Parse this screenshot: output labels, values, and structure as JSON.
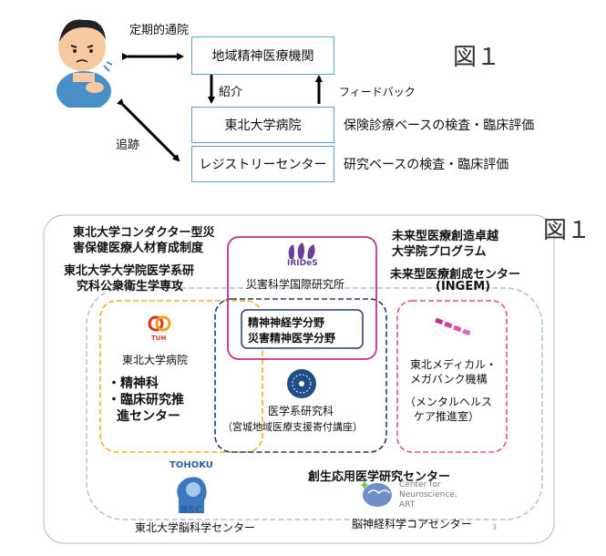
{
  "top": {
    "teiki_label": "定期的通院",
    "chiiki_box": "地域精神医療機関",
    "shokai_label": "紹介",
    "feedback_label": "フィードバック",
    "tsuiseki_label": "追跡",
    "tohoku_hosp_box": "東北大学病院",
    "tohoku_hosp_desc": "保険診療ベースの検査・臨床評価",
    "registry_box": "レジストリーセンター",
    "registry_desc": "研究ベースの検査・臨床評価",
    "fig1": "図１"
  },
  "bottom": {
    "fig1": "図１",
    "conductor_l1": "東北大学コンダクター型災",
    "conductor_l2": "害保健医療人材育成制度",
    "public_health_l1": "東北大学大学院医学系研",
    "public_health_l2": "究科公衆衛生学専攻",
    "future_l1": "未来型医療創造卓越",
    "future_l2": "大学院プログラム",
    "ingem_l1": "未来型医療創成センター",
    "ingem_l2": "(INGEM)",
    "irides_logo_text": "IRIDeS",
    "irides_label": "災害科学国際研究所",
    "psych_l1": "精神神経学分野",
    "psych_l2": "災害精神医学分野",
    "tuh_logo_text": "TUH",
    "hospital_label": "東北大学病院",
    "hospital_items": [
      "・精神科",
      "・臨床研究推",
      "進センター"
    ],
    "med_label": "医学系研究科",
    "med_sub": "（宮城地域医療支援寄付講座）",
    "tmm_l1": "東北メディカル・",
    "tmm_l2": "メガバンク機構",
    "tmm_l3": "（メンタルヘルス",
    "tmm_l4": "ケア推進室）",
    "sosei": "創生応用医学研究センター",
    "bsc_logo_top": "TOHOKU",
    "bsc_logo_bottom": "BSC",
    "bsc_label": "東北大学脳科学センター",
    "cn_logo_l1": "Center for",
    "cn_logo_l2": "Neuroscience,",
    "cn_logo_l3": "ART",
    "cn_label": "脳神経科学コアセンター",
    "page_num": "3"
  },
  "colors": {
    "box_border": "#5aa0c8",
    "magenta": "#c0308f",
    "navy": "#1f3f66",
    "orange": "#f0b020",
    "pink": "#e0508a",
    "outer": "#a9c4e0"
  }
}
